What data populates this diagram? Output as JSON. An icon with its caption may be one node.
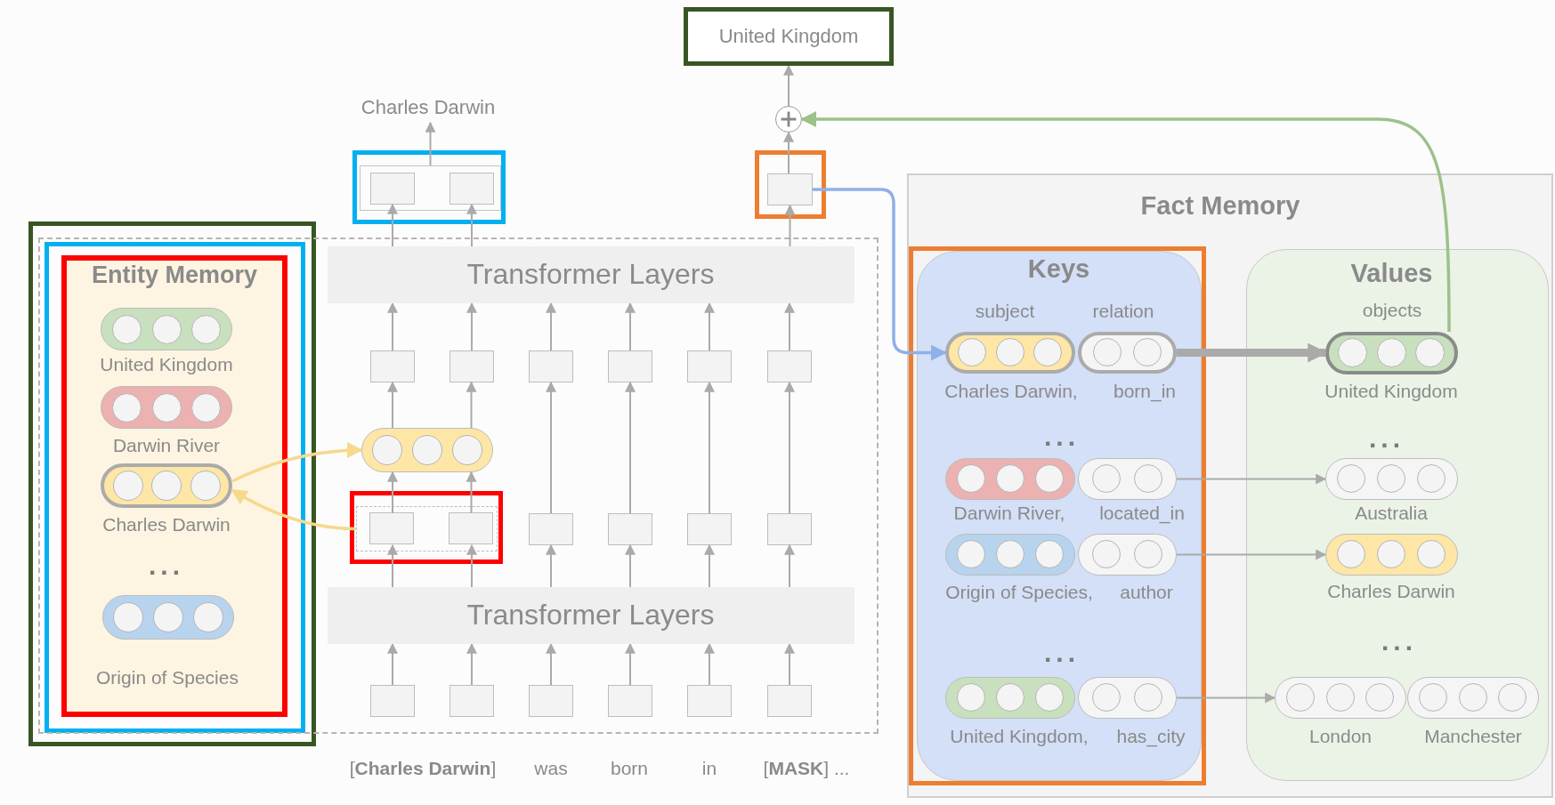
{
  "diagram": {
    "nodes": [
      {
        "text": [
          "United Kingdom"
        ]
      },
      {
        "text": [
          "Charles Darwin"
        ]
      },
      {
        "text": [],
        "shape": "circle"
      },
      {
        "text": [],
        "shape": "box"
      },
      {
        "text": [],
        "shape": "box",
        "in": 3
      },
      {
        "text": [],
        "shape": "box",
        "in": 4
      },
      {
        "text": [],
        "shape": "box",
        "in": 4
      },
      {
        "text": [],
        "shape": "box"
      },
      {
        "text": [],
        "shape": "box",
        "in": 7
      },
      {
        "text": [],
        "shape": "box"
      },
      {
        "text": [],
        "shape": "box",
        "in": 9
      },
      {
        "text": [
          "Entity Memory"
        ],
        "in": 10
      },
      {
        "text": [],
        "shape": "box"
      },
      {
        "text": [],
        "shape": "bar",
        "in": 11,
        "beside": [
          "United Kingdom"
        ]
      },
      {
        "text": [],
        "shape": "bar",
        "in": 11,
        "beside": [
          "Darwin River"
        ]
      },
      {
        "text": [],
        "shape": "bar",
        "in": 11,
        "beside": [
          "Charles Darwin"
        ]
      },
      {
        "text": [],
        "shape": "bar",
        "in": 11,
        "beside": [
          "Origin of Species"
        ]
      },
      {
        "text": [
          "Transformer Layers"
        ],
        "in": 12
      },
      {
        "text": [],
        "shape": "box",
        "in": 12
      },
      {
        "text": [],
        "shape": "box",
        "in": 12
      },
      {
        "text": [],
        "shape": "box",
        "in": 12
      },
      {
        "text": [],
        "shape": "box",
        "in": 12
      },
      {
        "text": [],
        "shape": "box",
        "in": 12
      },
      {
        "text": [],
        "shape": "box",
        "in": 12
      },
      {
        "text": [],
        "shape": "bar",
        "in": 12
      },
      {
        "text": [],
        "shape": "box",
        "in": 12
      },
      {
        "text": [],
        "shape": "box",
        "in": 25
      },
      {
        "text": [],
        "shape": "box",
        "in": 26
      },
      {
        "text": [],
        "shape": "box",
        "in": 26
      },
      {
        "text": [],
        "shape": "box",
        "in": 12
      },
      {
        "text": [],
        "shape": "box",
        "in": 12
      },
      {
        "text": [],
        "shape": "box",
        "in": 12
      },
      {
        "text": [],
        "shape": "box",
        "in": 12
      },
      {
        "text": [
          "Transformer Layers"
        ],
        "in": 12
      },
      {
        "text": [],
        "shape": "box",
        "in": 12
      },
      {
        "text": [],
        "shape": "box",
        "in": 12
      },
      {
        "text": [],
        "shape": "box",
        "in": 12
      },
      {
        "text": [],
        "shape": "box",
        "in": 12
      },
      {
        "text": [],
        "shape": "box",
        "in": 12
      },
      {
        "text": [],
        "shape": "box",
        "in": 12
      },
      {
        "text": [
          "Fact Memory"
        ]
      },
      {
        "text": [],
        "shape": "box",
        "in": 40
      },
      {
        "text": [
          "Keys"
        ],
        "in": 41
      },
      {
        "text": [],
        "shape": "bar",
        "in": 42,
        "beside": [
          "Charles Darwin,"
        ]
      },
      {
        "text": [],
        "shape": "bar",
        "in": 42,
        "beside": [
          "born_in"
        ]
      },
      {
        "text": [],
        "shape": "bar",
        "in": 42,
        "beside": [
          "Darwin River,"
        ]
      },
      {
        "text": [],
        "shape": "bar",
        "in": 42,
        "beside": [
          "located_in"
        ]
      },
      {
        "text": [],
        "shape": "bar",
        "in": 42,
        "beside": [
          "Origin of Species,"
        ]
      },
      {
        "text": [],
        "shape": "bar",
        "in": 42,
        "beside": [
          "author"
        ]
      },
      {
        "text": [],
        "shape": "bar",
        "in": 42,
        "beside": [
          "United Kingdom,"
        ]
      },
      {
        "text": [],
        "shape": "bar",
        "in": 42,
        "beside": [
          "has_city"
        ]
      },
      {
        "text": [
          "Values"
        ],
        "in": 40
      },
      {
        "text": [],
        "shape": "bar",
        "in": 51,
        "beside": [
          "United Kingdom"
        ]
      },
      {
        "text": [],
        "shape": "bar",
        "in": 51,
        "beside": [
          "Australia"
        ]
      },
      {
        "text": [],
        "shape": "bar",
        "in": 51,
        "beside": [
          "Charles Darwin"
        ]
      },
      {
        "text": [],
        "shape": "bar",
        "in": 51,
        "beside": [
          "London"
        ]
      },
      {
        "text": [],
        "shape": "bar",
        "in": 51,
        "beside": [
          "Manchester"
        ]
      }
    ],
    "edges": [
      {
        "from": 4,
        "to": 1,
        "arrow": "to"
      },
      {
        "from": 17,
        "to": 5,
        "arrow": "to"
      },
      {
        "from": 17,
        "to": 6,
        "arrow": "to"
      },
      {
        "from": 17,
        "to": 8,
        "arrow": "to"
      },
      {
        "from": 8,
        "to": 2,
        "arrow": "to"
      },
      {
        "from": 2,
        "to": 0,
        "arrow": "to"
      },
      {
        "from": 8,
        "to": 43,
        "arrow": "to",
        "color": "#8fb0e8"
      },
      {
        "from": 52,
        "to": 2,
        "arrow": "to",
        "color": "#9cc18a"
      },
      {
        "from": 18,
        "to": 17,
        "arrow": "to"
      },
      {
        "from": 19,
        "to": 17,
        "arrow": "to"
      },
      {
        "from": 20,
        "to": 17,
        "arrow": "to"
      },
      {
        "from": 21,
        "to": 17,
        "arrow": "to"
      },
      {
        "from": 22,
        "to": 17,
        "arrow": "to"
      },
      {
        "from": 23,
        "to": 17,
        "arrow": "to"
      },
      {
        "from": 24,
        "to": 18,
        "arrow": "to"
      },
      {
        "from": 24,
        "to": 19,
        "arrow": "to"
      },
      {
        "from": 27,
        "to": 24,
        "arrow": "to"
      },
      {
        "from": 28,
        "to": 24,
        "arrow": "to"
      },
      {
        "from": 29,
        "to": 20,
        "arrow": "to"
      },
      {
        "from": 30,
        "to": 21,
        "arrow": "to"
      },
      {
        "from": 31,
        "to": 22,
        "arrow": "to"
      },
      {
        "from": 32,
        "to": 23,
        "arrow": "to"
      },
      {
        "from": 33,
        "to": 27,
        "arrow": "to"
      },
      {
        "from": 33,
        "to": 28,
        "arrow": "to"
      },
      {
        "from": 33,
        "to": 29,
        "arrow": "to"
      },
      {
        "from": 33,
        "to": 30,
        "arrow": "to"
      },
      {
        "from": 33,
        "to": 31,
        "arrow": "to"
      },
      {
        "from": 33,
        "to": 32,
        "arrow": "to"
      },
      {
        "from": 34,
        "to": 33,
        "arrow": "to"
      },
      {
        "from": 35,
        "to": 33,
        "arrow": "to"
      },
      {
        "from": 36,
        "to": 33,
        "arrow": "to"
      },
      {
        "from": 37,
        "to": 33,
        "arrow": "to"
      },
      {
        "from": 38,
        "to": 33,
        "arrow": "to"
      },
      {
        "from": 39,
        "to": 33,
        "arrow": "to"
      },
      {
        "from": 26,
        "to": 15,
        "arrow": "to",
        "color": "#f6d98c"
      },
      {
        "from": 15,
        "to": 24,
        "arrow": "to",
        "color": "#f6d98c"
      },
      {
        "from": 44,
        "to": 52,
        "arrow": "to",
        "style": "thick"
      },
      {
        "from": 46,
        "to": 53,
        "arrow": "to"
      },
      {
        "from": 48,
        "to": 54,
        "arrow": "to"
      },
      {
        "from": 50,
        "to": 55,
        "arrow": "to"
      }
    ],
    "labels": [
      "subject",
      "relation",
      "objects",
      "...",
      "...",
      "...",
      "...",
      "...",
      "[**Charles Darwin**]",
      "was",
      "born",
      "in",
      "[**MASK**] ..."
    ]
  }
}
